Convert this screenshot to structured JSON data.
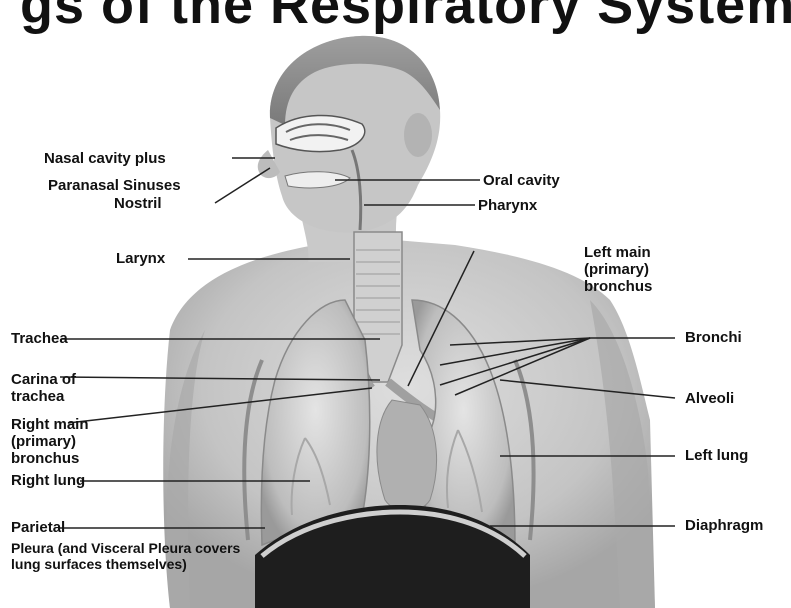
{
  "title": "gs of the Respiratory System",
  "labels": {
    "nasal_cavity": "Nasal cavity plus",
    "paranasal": "Paranasal Sinuses",
    "nostril": "Nostril",
    "oral_cavity": "Oral cavity",
    "pharynx": "Pharynx",
    "larynx": "Larynx",
    "left_main_bronchus": [
      "Left main",
      "(primary)",
      "bronchus"
    ],
    "trachea": "Trachea",
    "bronchi": "Bronchi",
    "carina": [
      "Carina of",
      "trachea"
    ],
    "alveoli": "Alveoli",
    "right_main_bronchus": [
      "Right main",
      "(primary)",
      "bronchus"
    ],
    "left_lung": "Left lung",
    "right_lung": "Right lung",
    "parietal": "Parietal",
    "pleura_note": [
      "Pleura (and Visceral Pleura covers",
      "lung surfaces themselves)"
    ],
    "diaphragm": "Diaphragm"
  },
  "colors": {
    "text": "#111111",
    "leader": "#222222",
    "skin_light": "#d9d9d9",
    "skin_mid": "#b8b8b8",
    "skin_dark": "#8f8f8f"
  }
}
